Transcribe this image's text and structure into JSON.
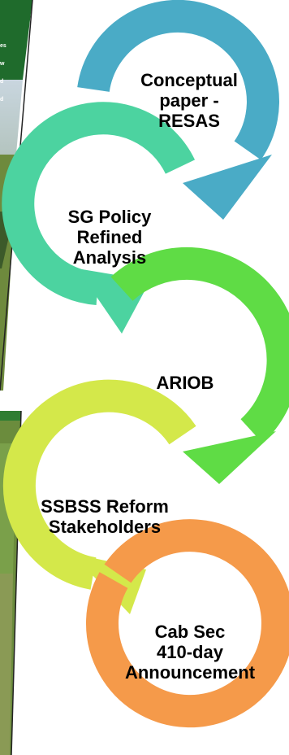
{
  "colors": {
    "background": "#ffffff",
    "step_colors": [
      "#4aabc6",
      "#4cd3a0",
      "#5fdc45",
      "#d4e84a",
      "#f59a4a"
    ]
  },
  "photos": [
    {
      "name": "photo-top-left",
      "snippet_lines": [
        "es",
        "w",
        "d",
        "d"
      ]
    },
    {
      "name": "photo-bottom-left",
      "snippet_lines": []
    }
  ],
  "steps": [
    {
      "label": "Conceptual\npaper -\nRESAS",
      "color": "#4aabc6"
    },
    {
      "label": "SG Policy\nRefined\nAnalysis",
      "color": "#4cd3a0"
    },
    {
      "label": "ARIOB",
      "color": "#5fdc45"
    },
    {
      "label": "SSBSS Reform\nStakeholders",
      "color": "#d4e84a"
    },
    {
      "label": "Cab Sec\n410-day\nAnnouncement",
      "color": "#f59a4a"
    }
  ]
}
